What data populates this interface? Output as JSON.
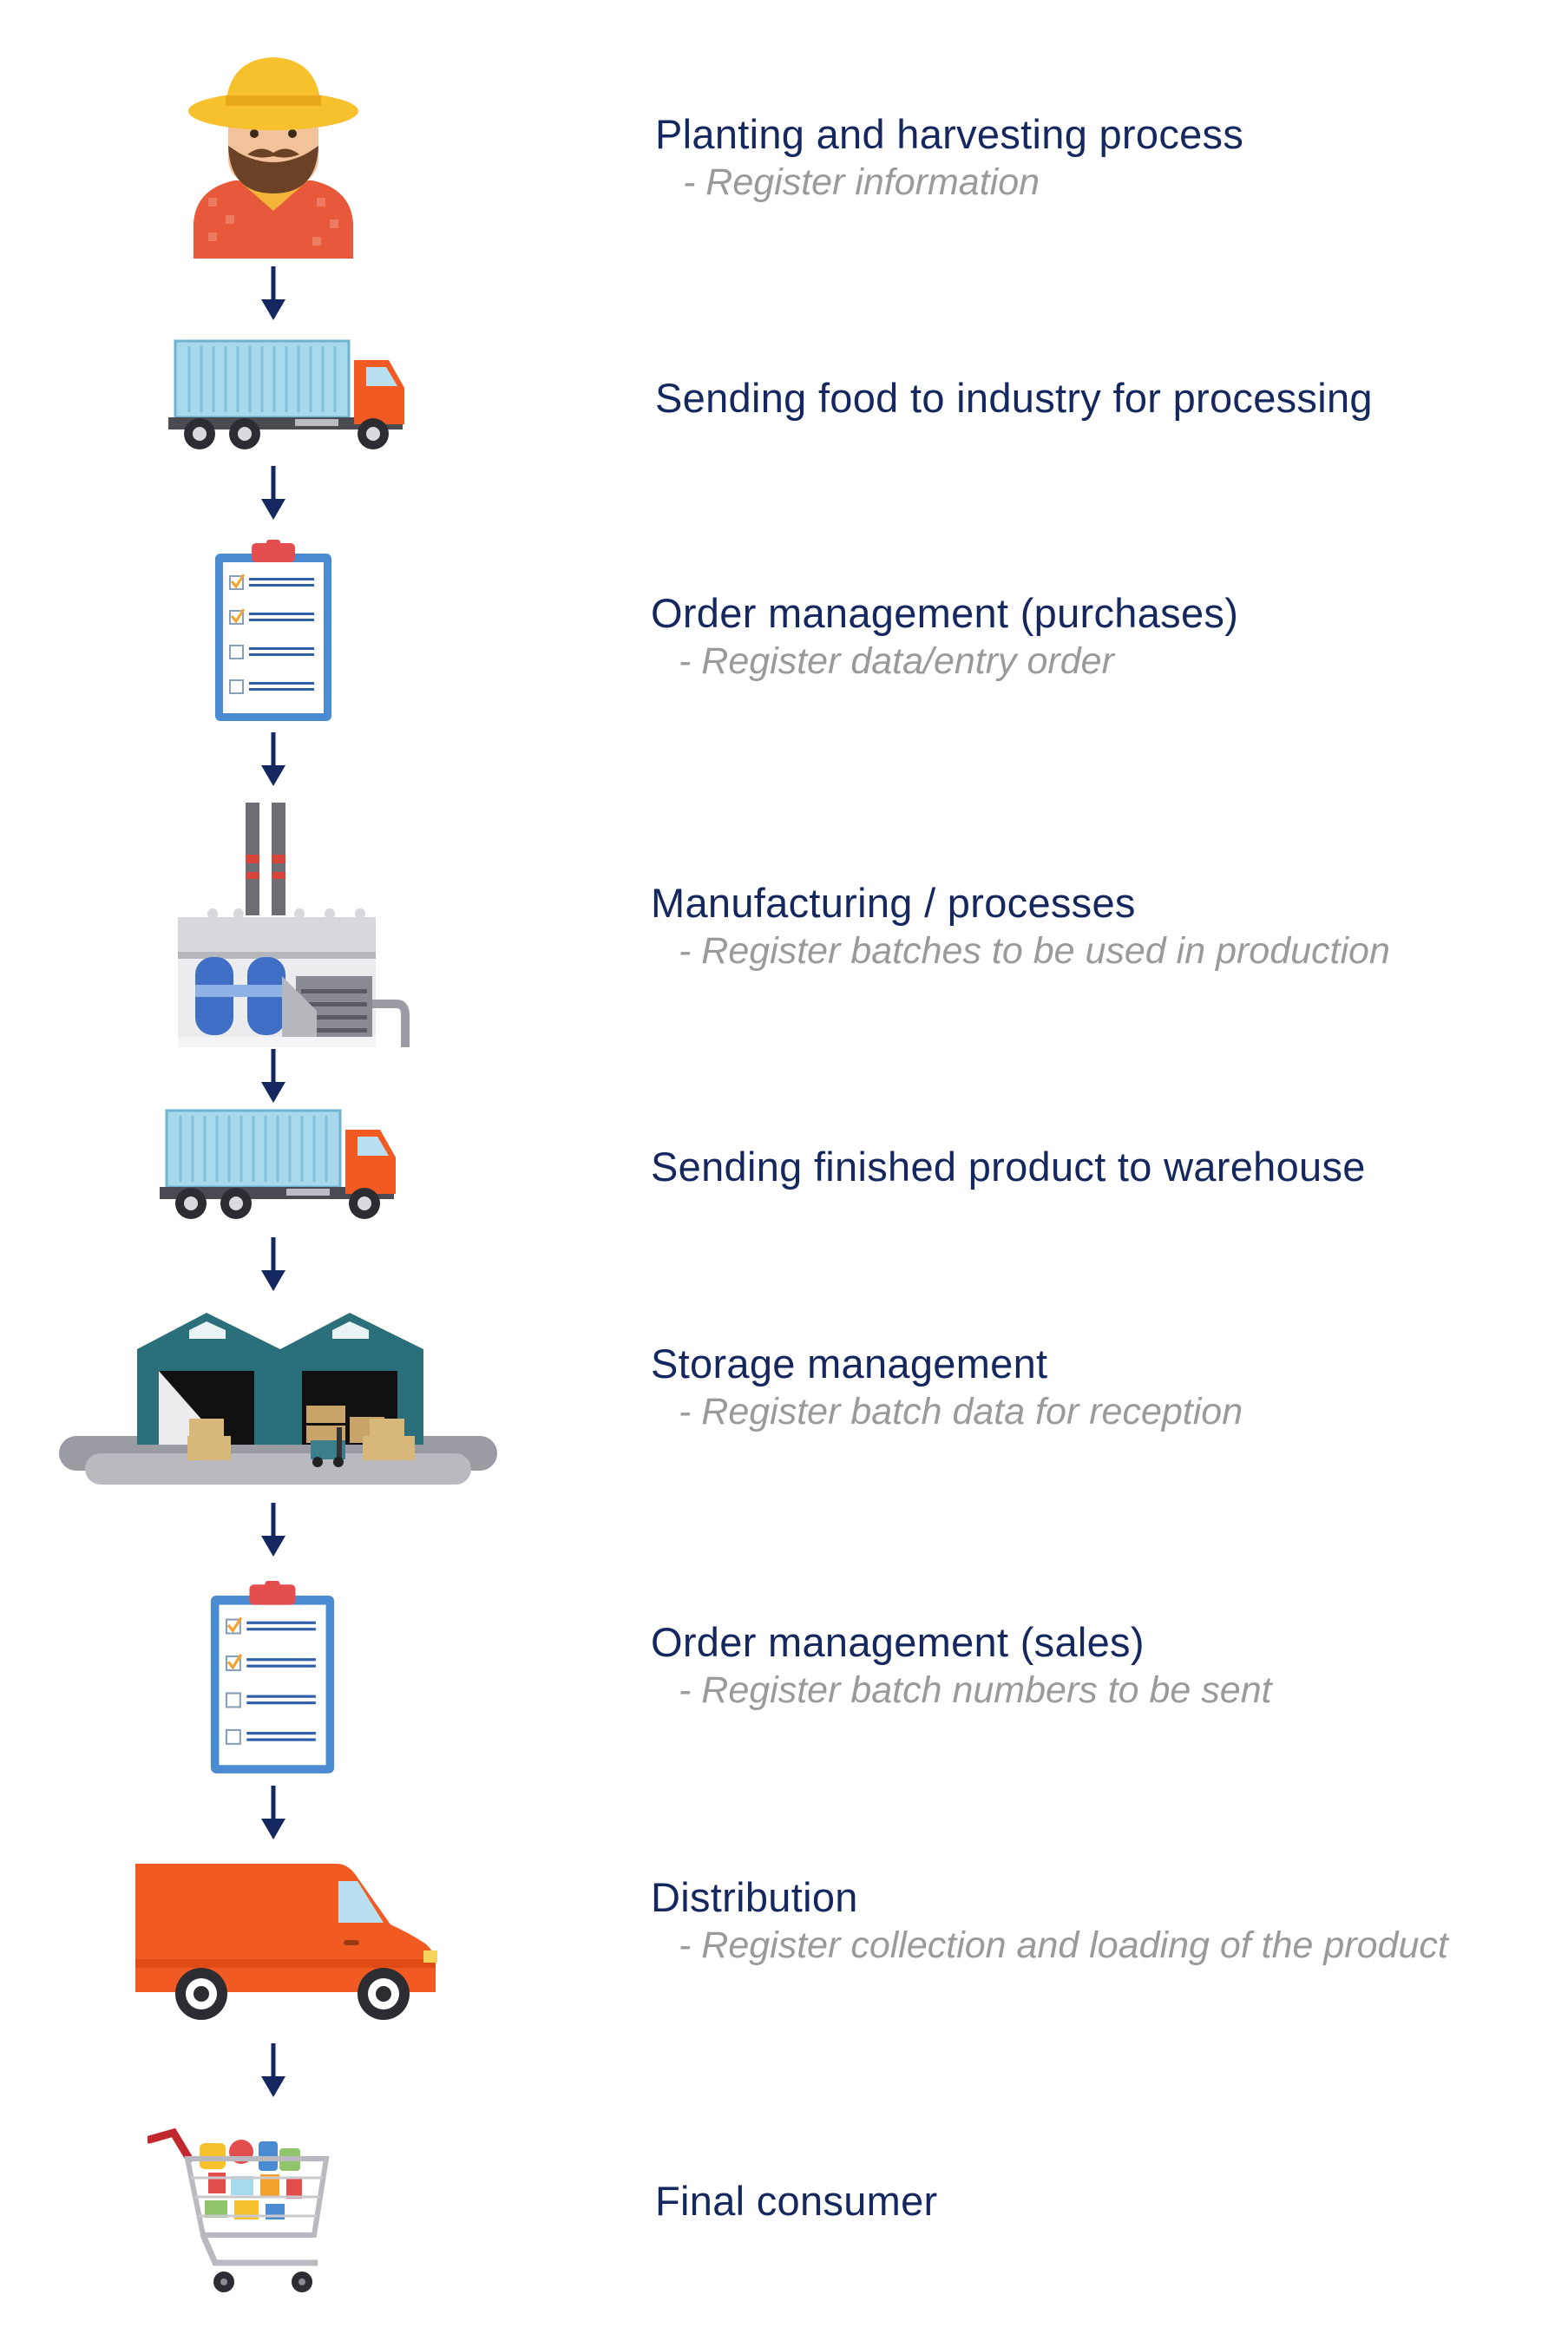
{
  "colors": {
    "title": "#14275e",
    "subtitle": "#9a9a9a",
    "arrow": "#14275e",
    "truck_cab": "#f15a22",
    "container": "#a7d8ec",
    "clipboard": "#4a8bd1",
    "warehouse": "#2b6f7b"
  },
  "steps": [
    {
      "title": "Planting and harvesting process",
      "subtitle": "- Register information",
      "icon": "farmer-icon"
    },
    {
      "title": "Sending food to industry for processing",
      "subtitle": "",
      "icon": "truck-icon"
    },
    {
      "title": "Order management (purchases)",
      "subtitle": "- Register data/entry order",
      "icon": "clipboard-icon"
    },
    {
      "title": "Manufacturing / processes",
      "subtitle": "- Register batches to be used in production",
      "icon": "factory-icon"
    },
    {
      "title": "Sending finished product to warehouse",
      "subtitle": "",
      "icon": "truck-icon"
    },
    {
      "title": "Storage management",
      "subtitle": "- Register batch data for reception",
      "icon": "warehouse-icon"
    },
    {
      "title": "Order management (sales)",
      "subtitle": "- Register batch numbers to be sent",
      "icon": "clipboard-icon"
    },
    {
      "title": "Distribution",
      "subtitle": "- Register collection and loading of the product",
      "icon": "van-icon"
    },
    {
      "title": "Final consumer",
      "subtitle": "",
      "icon": "shopping-cart-icon"
    }
  ]
}
